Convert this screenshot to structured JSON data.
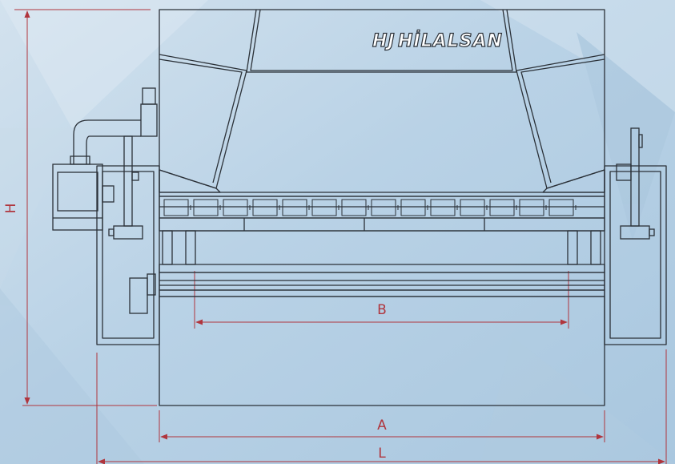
{
  "brand": {
    "name": "HİLALSAN",
    "mark": "HJ"
  },
  "dimensions": {
    "height_label": "H",
    "width_label": "A",
    "length_label": "L",
    "bed_label": "B"
  },
  "colors": {
    "dimension_line": "#b0353d",
    "outline": "#2b3138",
    "background": "#bcd4e6"
  },
  "icons": {
    "control_panel": "cnc-control-panel-icon",
    "foot_pedal": "foot-pedal-icon"
  }
}
